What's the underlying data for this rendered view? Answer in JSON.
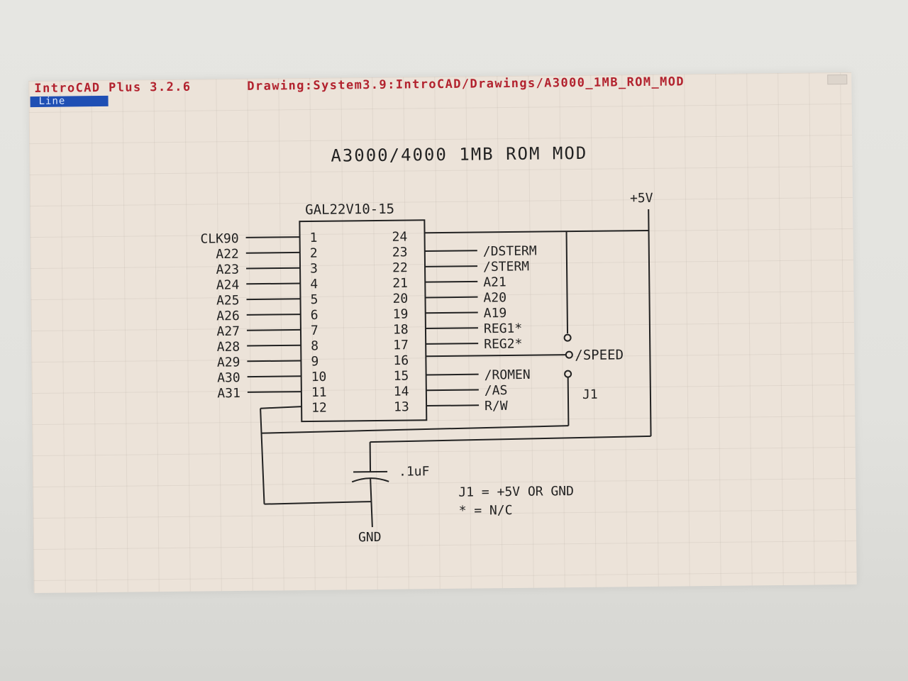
{
  "window": {
    "app_name": "IntroCAD Plus 3.2.6",
    "drawing_path": "Drawing:System3.9:IntroCAD/Drawings/A3000_1MB_ROM_MOD",
    "mode": "Line"
  },
  "schematic": {
    "title": "A3000/4000 1MB ROM MOD",
    "chip_name": "GAL22V10-15",
    "left_pins": [
      "1",
      "2",
      "3",
      "4",
      "5",
      "6",
      "7",
      "8",
      "9",
      "10",
      "11",
      "12"
    ],
    "right_pins": [
      "24",
      "23",
      "22",
      "21",
      "20",
      "19",
      "18",
      "17",
      "16",
      "15",
      "14",
      "13"
    ],
    "left_signals": [
      "CLK90",
      "A22",
      "A23",
      "A24",
      "A25",
      "A26",
      "A27",
      "A28",
      "A29",
      "A30",
      "A31"
    ],
    "right_signals": [
      "/DSTERM",
      "/STERM",
      "A21",
      "A20",
      "A19",
      "REG1*",
      "REG2*",
      "/ROMEN",
      "/AS",
      "R/W"
    ],
    "speed_label": "/SPEED",
    "jumper_label": "J1",
    "power_label": "+5V",
    "ground_label": "GND",
    "capacitor_label": ".1uF",
    "notes": [
      "J1 = +5V OR GND",
      "* = N/C"
    ]
  },
  "colors": {
    "title_text": "#b2222e",
    "mode_bg": "#1f4fb4",
    "canvas_bg": "#ece3d9",
    "ink": "#222222"
  }
}
